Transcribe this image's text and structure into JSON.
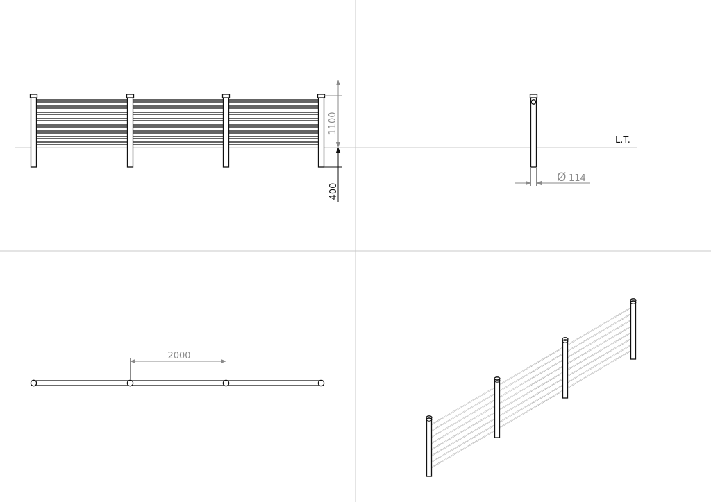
{
  "drawing": {
    "front_view": {
      "dim_height": "1100",
      "dim_embed": "400"
    },
    "side_view": {
      "dim_diameter_symbol": "Ø",
      "dim_diameter_value": "114",
      "ground_label": "L.T."
    },
    "top_view": {
      "dim_spacing": "2000"
    }
  },
  "colors": {
    "line": "#111111",
    "dimension": "#8a8a8a",
    "divider": "#c8c8c8"
  }
}
